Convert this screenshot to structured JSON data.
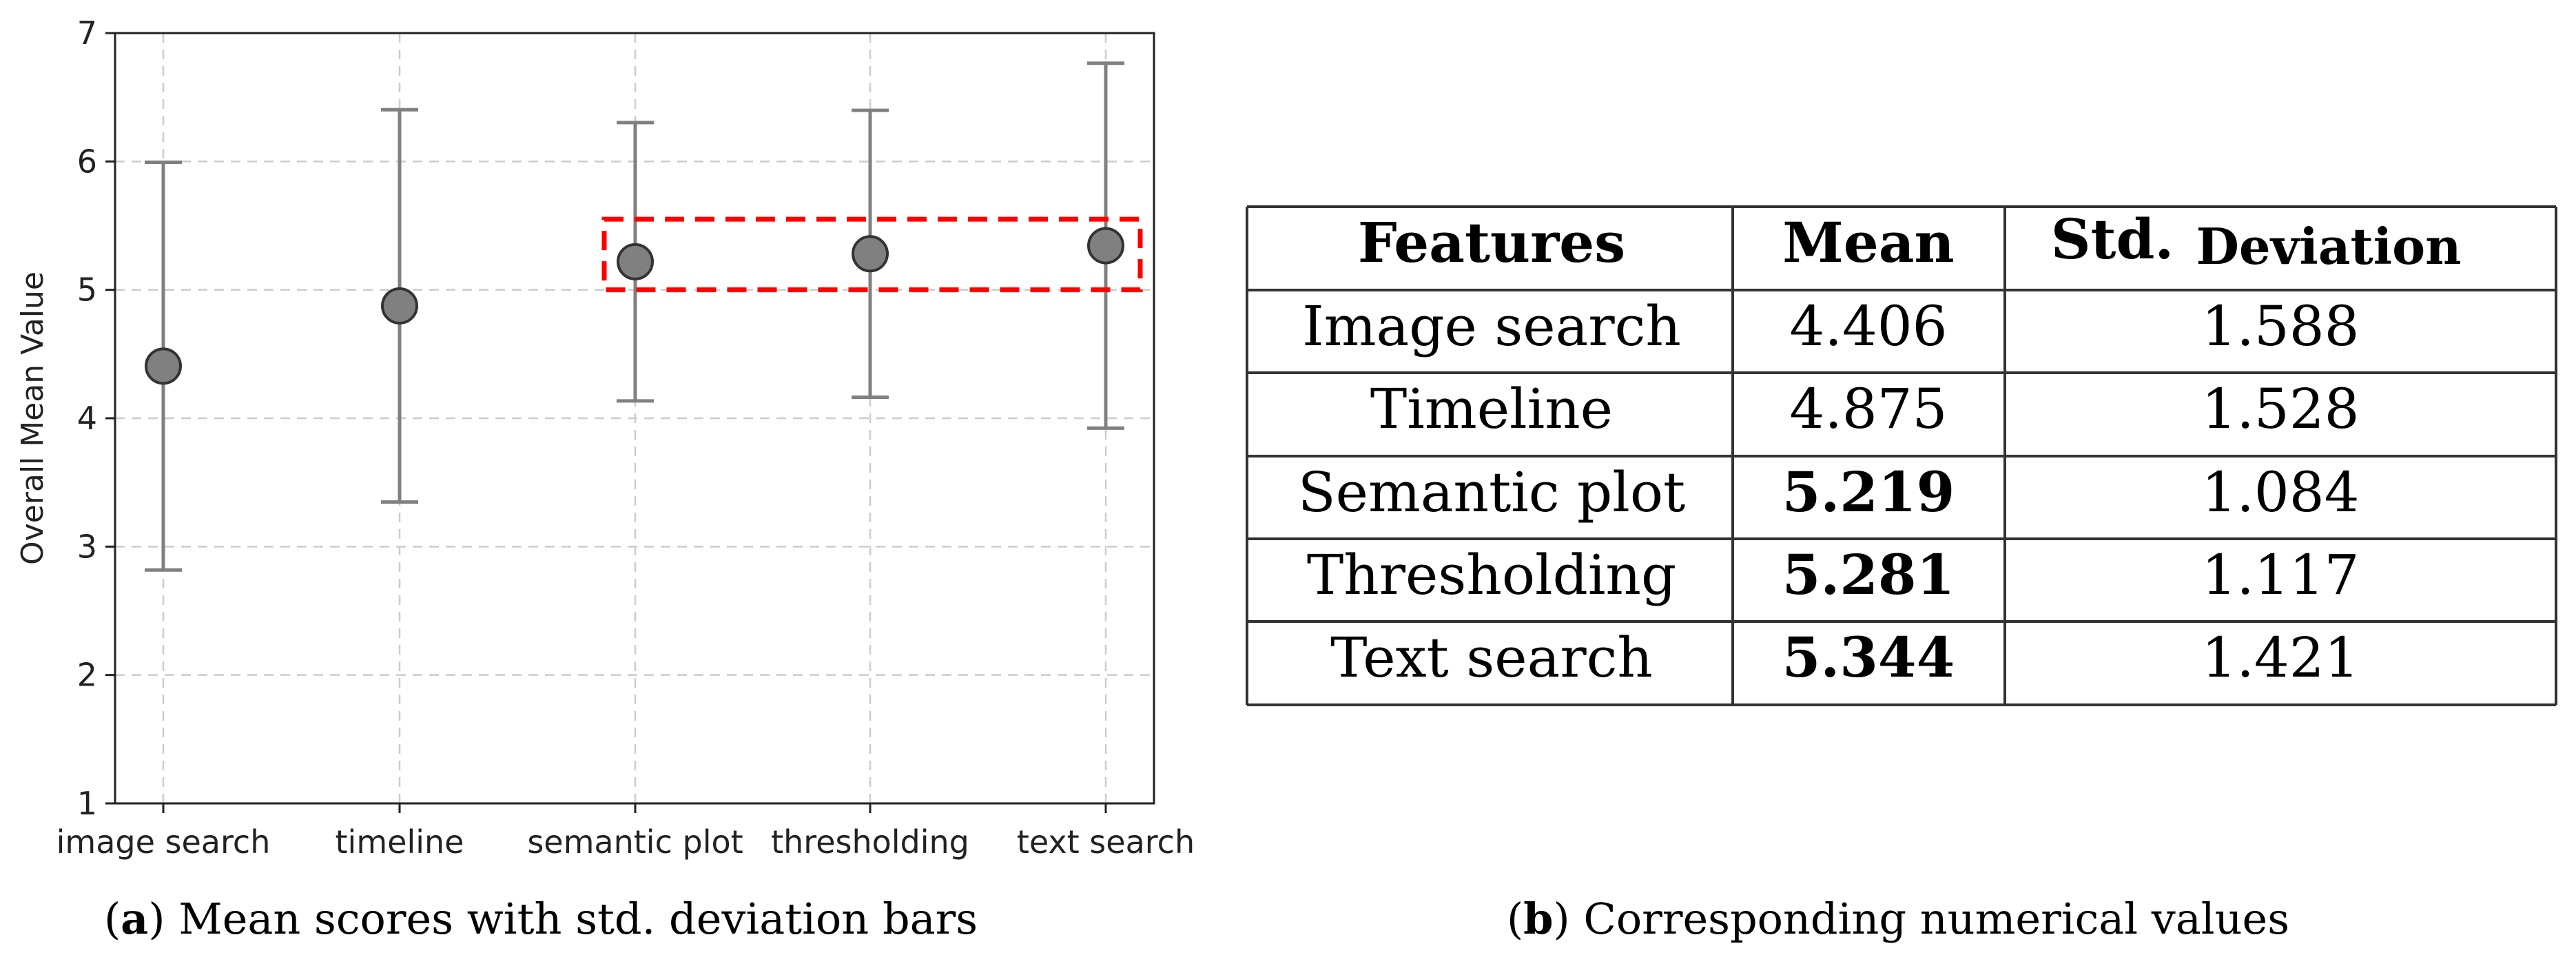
{
  "chart_data": {
    "type": "scatter",
    "ylabel": "Overall Mean Value",
    "ylim": [
      1,
      7
    ],
    "yticks": [
      "1",
      "2",
      "3",
      "4",
      "5",
      "6",
      "7"
    ],
    "categories": [
      "image search",
      "timeline",
      "semantic plot",
      "thresholding",
      "text search"
    ],
    "values": [
      4.406,
      4.875,
      5.219,
      5.281,
      5.344
    ],
    "error_bar_low": [
      2.818,
      3.347,
      4.135,
      4.164,
      3.923
    ],
    "error_bar_high": [
      5.994,
      6.403,
      6.303,
      6.398,
      6.765
    ],
    "highlight": {
      "categories": [
        "semantic plot",
        "thresholding",
        "text search"
      ],
      "y_range": [
        5.0,
        5.55
      ],
      "style": "red dashed box"
    },
    "grid": true,
    "colors": {
      "marker": "#808080",
      "marker_edge": "#333333",
      "error_bar": "#808080",
      "highlight": "#ff0000",
      "grid": "#cccccc"
    }
  },
  "captions": {
    "left_letter": "a",
    "left_text": " Mean scores with std. deviation bars",
    "right_letter": "b",
    "right_text": " Corresponding numerical values"
  },
  "table": {
    "headers": {
      "features": "Features",
      "mean": "Mean",
      "std_a": "Std.",
      "std_b": "Deviation"
    },
    "rows": [
      {
        "feature": "Image search",
        "mean": "4.406",
        "std": "1.588",
        "bold": false
      },
      {
        "feature": "Timeline",
        "mean": "4.875",
        "std": "1.528",
        "bold": false
      },
      {
        "feature": "Semantic plot",
        "mean": "5.219",
        "std": "1.084",
        "bold": true
      },
      {
        "feature": "Thresholding",
        "mean": "5.281",
        "std": "1.117",
        "bold": true
      },
      {
        "feature": "Text search",
        "mean": "5.344",
        "std": "1.421",
        "bold": true
      }
    ]
  }
}
